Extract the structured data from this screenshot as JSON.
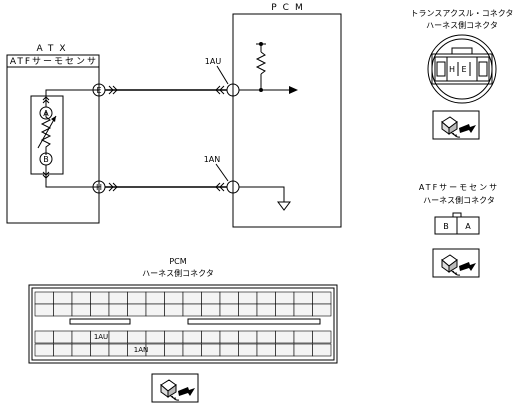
{
  "pcm_label": "PCM",
  "atx_label": "ATX",
  "atf_sensor_label": "ATFサーモセンサ",
  "pins": {
    "e": "E",
    "h": "H",
    "a": "A",
    "b": "B",
    "p1au": "1AU",
    "p1an": "1AN"
  },
  "trans_connector": {
    "title1": "トランスアクスル・コネクタ",
    "title2": "ハーネス側コネクタ",
    "cell_h": "H",
    "cell_e": "E"
  },
  "sensor_connector": {
    "title1": "ATFサーモセンサ",
    "title2": "ハーネス側コネクタ",
    "cell_b": "B",
    "cell_a": "A"
  },
  "pcm_connector": {
    "title1": "PCM",
    "title2": "ハーネス側コネクタ",
    "pin_1au": "1AU",
    "pin_1an": "1AN"
  }
}
